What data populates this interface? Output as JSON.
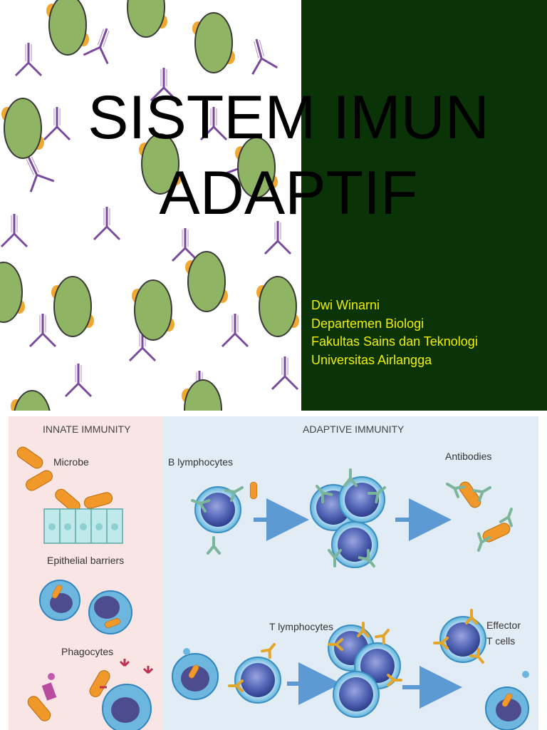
{
  "title_slide": {
    "title_line1": "SISTEM IMUN",
    "title_line2": "ADAPTIF",
    "author": "Dwi Winarni",
    "department": "Departemen Biologi",
    "faculty": "Fakultas Sains dan Teknologi",
    "university": "Universitas Airlangga"
  },
  "diagram": {
    "innate_header": "INNATE IMMUNITY",
    "adaptive_header": "ADAPTIVE IMMUNITY",
    "microbe": "Microbe",
    "epithelial": "Epithelial barriers",
    "phagocytes": "Phagocytes",
    "b_lymphocytes": "B lymphocytes",
    "antibodies": "Antibodies",
    "t_lymphocytes": "T lymphocytes",
    "effector_line1": "Effector",
    "effector_line2": "T cells"
  },
  "colors": {
    "green_panel": "#0a3307",
    "author_text": "#f0f000",
    "innate_bg": "#f9e5e3",
    "adaptive_bg": "#e2ecf5",
    "cell_green": "#8fb463",
    "bacteria_orange": "#f0982a",
    "lymphocyte_blue": "#4e62a8",
    "arrow_blue": "#5d9ad4"
  }
}
